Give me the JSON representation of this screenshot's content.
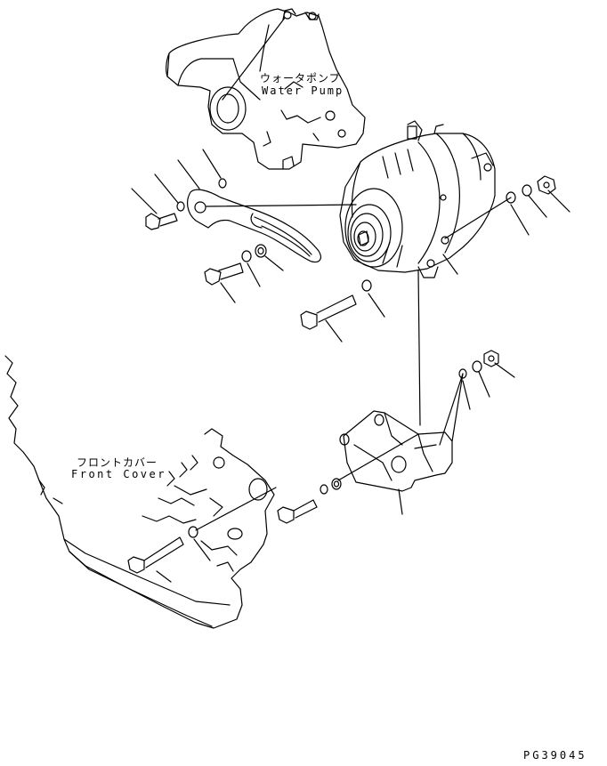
{
  "labels": {
    "water_pump_jp": "ウォータポンプ",
    "water_pump_en": "Water Pump",
    "front_cover_jp": "フロントカバー",
    "front_cover_en": "Front Cover",
    "drawing_code": "PG39045"
  },
  "colors": {
    "line": "#000000",
    "background": "#ffffff"
  }
}
